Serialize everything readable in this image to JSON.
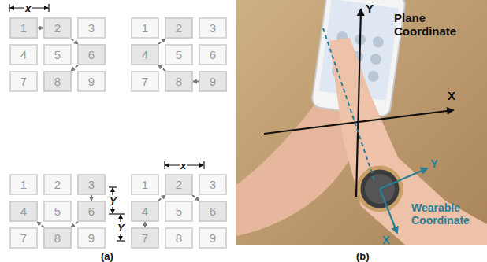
{
  "diagram": {
    "nodes": [
      {
        "text": [
          "1"
        ]
      },
      {
        "text": [
          "2"
        ]
      },
      {
        "text": [
          "3"
        ]
      },
      {
        "text": [
          "4"
        ]
      },
      {
        "text": [
          "5"
        ]
      },
      {
        "text": [
          "6"
        ]
      },
      {
        "text": [
          "7"
        ]
      },
      {
        "text": [
          "8"
        ]
      },
      {
        "text": [
          "9"
        ]
      },
      {
        "text": [
          "1"
        ]
      },
      {
        "text": [
          "2"
        ]
      },
      {
        "text": [
          "3"
        ]
      },
      {
        "text": [
          "4"
        ]
      },
      {
        "text": [
          "5"
        ]
      },
      {
        "text": [
          "6"
        ]
      },
      {
        "text": [
          "7"
        ]
      },
      {
        "text": [
          "8"
        ]
      },
      {
        "text": [
          "9"
        ]
      },
      {
        "text": [
          "1"
        ]
      },
      {
        "text": [
          "2"
        ]
      },
      {
        "text": [
          "3"
        ]
      },
      {
        "text": [
          "4"
        ]
      },
      {
        "text": [
          "5"
        ]
      },
      {
        "text": [
          "6"
        ]
      },
      {
        "text": [
          "7"
        ]
      },
      {
        "text": [
          "8"
        ]
      },
      {
        "text": [
          "9"
        ]
      },
      {
        "text": [
          "1"
        ]
      },
      {
        "text": [
          "2"
        ]
      },
      {
        "text": [
          "3"
        ]
      },
      {
        "text": [
          "4"
        ]
      },
      {
        "text": [
          "5"
        ]
      },
      {
        "text": [
          "6"
        ]
      },
      {
        "text": [
          "7"
        ]
      },
      {
        "text": [
          "8"
        ]
      },
      {
        "text": [
          "9"
        ]
      }
    ],
    "edges": [
      {
        "from": 0,
        "to": 1,
        "arrow": "to"
      },
      {
        "from": 1,
        "to": 5,
        "arrow": "to"
      },
      {
        "from": 5,
        "to": 7,
        "arrow": "to"
      },
      {
        "from": 17,
        "to": 16,
        "arrow": "to"
      },
      {
        "from": 16,
        "to": 12,
        "arrow": "to"
      },
      {
        "from": 12,
        "to": 10,
        "arrow": "to"
      },
      {
        "from": 20,
        "to": 23,
        "arrow": "to"
      },
      {
        "from": 23,
        "to": 25,
        "arrow": "to"
      },
      {
        "from": 25,
        "to": 21,
        "arrow": "to"
      },
      {
        "from": 33,
        "to": 30,
        "arrow": "to"
      },
      {
        "from": 30,
        "to": 28,
        "arrow": "to"
      },
      {
        "from": 28,
        "to": 32,
        "arrow": "to"
      }
    ],
    "labels": [
      "x",
      "x",
      "Y",
      "Y",
      "(a)",
      "Y",
      "X",
      "Plane Coordinate",
      "Wearable Coordinate",
      "Y",
      "X",
      "(b)"
    ]
  }
}
